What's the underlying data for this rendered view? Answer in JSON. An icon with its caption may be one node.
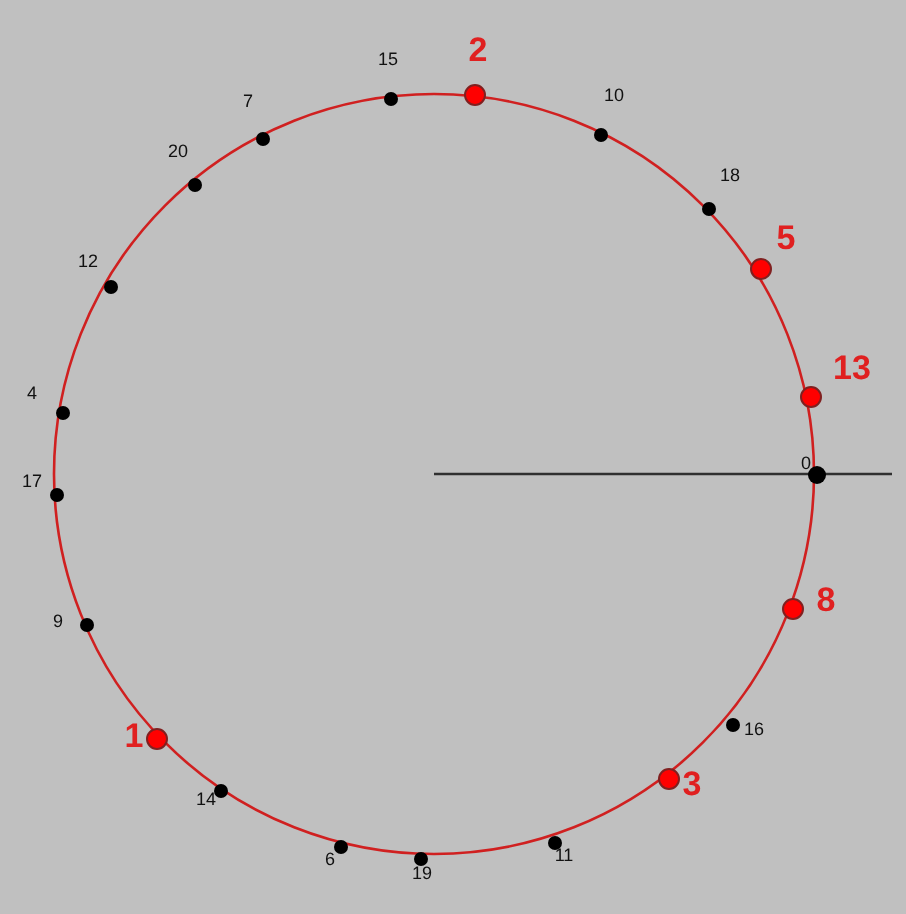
{
  "diagram": {
    "nodes": [
      {
        "text": [],
        "shape": "circle",
        "beside": [
          "2"
        ]
      },
      {
        "text": [],
        "shape": "circle",
        "beside": [
          "15"
        ]
      },
      {
        "text": [],
        "shape": "circle",
        "beside": [
          "10"
        ]
      },
      {
        "text": [],
        "shape": "circle",
        "beside": [
          "7"
        ]
      },
      {
        "text": [],
        "shape": "circle",
        "beside": [
          "20"
        ]
      },
      {
        "text": [],
        "shape": "circle",
        "beside": [
          "18"
        ]
      },
      {
        "text": [],
        "shape": "circle",
        "beside": [
          "5"
        ]
      },
      {
        "text": [],
        "shape": "circle",
        "beside": [
          "12"
        ]
      },
      {
        "text": [],
        "shape": "circle",
        "beside": [
          "13"
        ]
      },
      {
        "text": [],
        "shape": "circle",
        "beside": [
          "4"
        ]
      },
      {
        "text": [],
        "shape": "circle",
        "beside": [
          "0"
        ]
      },
      {
        "text": [],
        "shape": "circle",
        "beside": [
          "17"
        ]
      },
      {
        "text": [],
        "shape": "circle",
        "beside": [
          "9"
        ]
      },
      {
        "text": [],
        "shape": "circle",
        "beside": [
          "8"
        ]
      },
      {
        "text": [],
        "shape": "circle",
        "beside": [
          "16"
        ]
      },
      {
        "text": [],
        "shape": "circle",
        "beside": [
          "1"
        ]
      },
      {
        "text": [],
        "shape": "circle",
        "beside": [
          "3"
        ]
      },
      {
        "text": [],
        "shape": "circle",
        "beside": [
          "14"
        ]
      },
      {
        "text": [],
        "shape": "circle",
        "beside": [
          "6"
        ]
      },
      {
        "text": [],
        "shape": "circle",
        "beside": [
          "19"
        ]
      },
      {
        "text": [],
        "shape": "circle",
        "beside": [
          "11"
        ]
      }
    ]
  }
}
